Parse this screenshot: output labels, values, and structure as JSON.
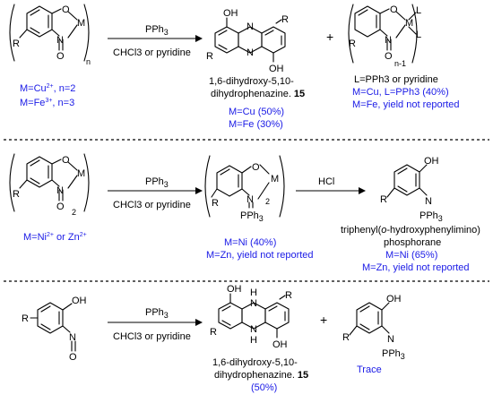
{
  "atoms": {
    "O": "O",
    "N": "N",
    "M": "M",
    "L": "L",
    "R": "R",
    "OH": "OH",
    "H": "H",
    "NH": "N",
    "PPh": "PPh",
    "three": "3",
    "n": "n",
    "two": "2",
    "n1": "n-1"
  },
  "row1": {
    "reagent_top": "PPh",
    "reagent_top_sub": "3",
    "reagent_bottom": "CHCl3 or pyridine",
    "product_name_line1": "1,6-dihydroxy-5,10-",
    "product_name_line2": "dihydrophenazine.",
    "product_number": "15",
    "plus": "+",
    "ligand_note": "L=PPh3 or pyridine",
    "cond_line1_a": "M=Cu",
    "cond_line1_b": "2+",
    "cond_line1_c": ", n=2",
    "cond_line2_a": "M=Fe",
    "cond_line2_b": "3+",
    "cond_line2_c": ", n=3",
    "yield_cu": "M=Cu (50%)",
    "yield_fe": "M=Fe (30%)",
    "side_yield_1": "M=Cu, L=PPh3 (40%)",
    "side_yield_2": "M=Fe, yield not reported"
  },
  "row2": {
    "reagent_top": "PPh",
    "reagent_top_sub": "3",
    "reagent_bottom": "CHCl3 or pyridine",
    "acid": "HCl",
    "metals_a": "M=Ni",
    "metals_b": "2+",
    "metals_c": " or Zn",
    "metals_d": "2+",
    "yield_ni": "M=Ni (40%)",
    "yield_zn": "M=Zn, yield not reported",
    "product_name_line1a": "triphenyl(",
    "product_name_line1b": "o",
    "product_name_line1c": "-hydroxyphenylimino)",
    "product_name_line2": "phosphorane",
    "product_yield_ni": "M=Ni (65%)",
    "product_yield_zn": "M=Zn, yield not reported"
  },
  "row3": {
    "reagent_top": "PPh",
    "reagent_top_sub": "3",
    "reagent_bottom": "CHCl3 or pyridine",
    "plus": "+",
    "product_name_line1": "1,6-dihydroxy-5,10-",
    "product_name_line2": "dihydrophenazine.",
    "product_number": "15",
    "product_yield": "(50%)",
    "trace": "Trace"
  },
  "colors": {
    "ink": "#000000",
    "blue": "#1a1ae6"
  }
}
